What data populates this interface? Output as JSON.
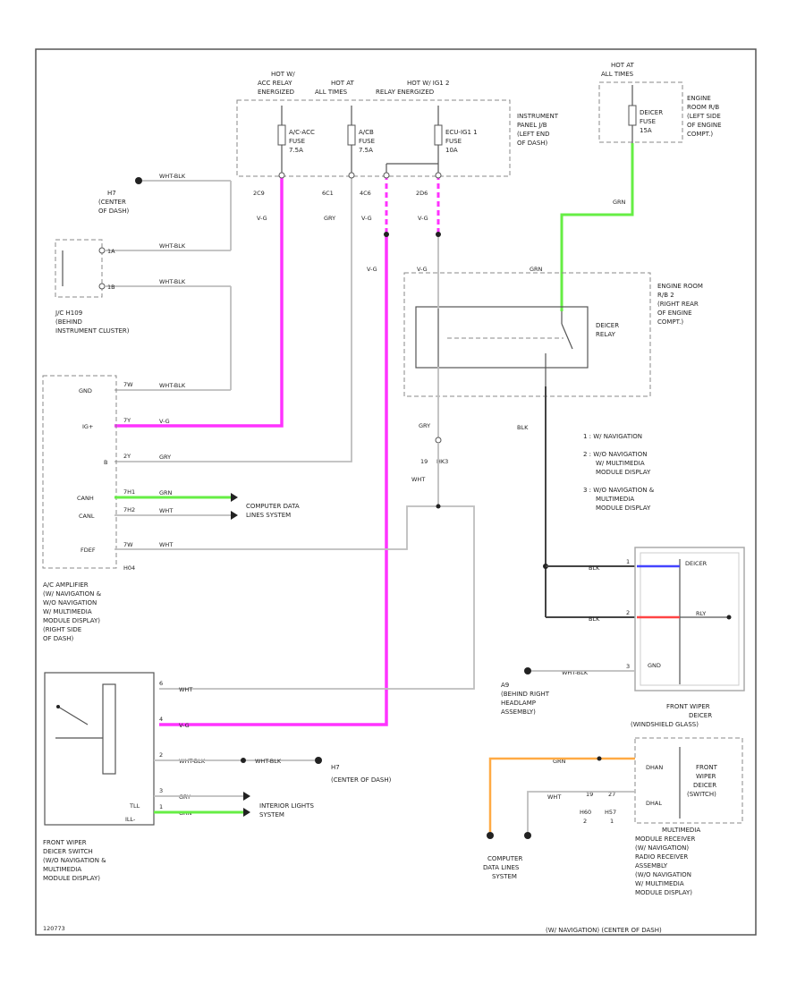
{
  "power": {
    "hot1": [
      "HOT W/",
      "ACC RELAY",
      "ENERGIZED"
    ],
    "hot2": [
      "HOT AT",
      "ALL TIMES"
    ],
    "hot3": [
      "HOT W/ IG1 2",
      "RELAY ENERGIZED"
    ],
    "hot4": [
      "HOT AT",
      "ALL TIMES"
    ]
  },
  "fuses": {
    "f1": [
      "A/C-ACC",
      "FUSE",
      "7.5A"
    ],
    "f2": [
      "A/CB",
      "FUSE",
      "7.5A"
    ],
    "f3": [
      "ECU-IG1 1",
      "FUSE",
      "10A"
    ],
    "f4": [
      "DEICER",
      "FUSE",
      "15A"
    ]
  },
  "locations": {
    "ip_jb": [
      "INSTRUMENT",
      "PANEL J/B",
      "(LEFT END",
      "OF DASH)"
    ],
    "er_jb1": [
      "ENGINE",
      "ROOM R/B",
      "(LEFT SIDE",
      "OF ENGINE",
      "COMPT.)"
    ],
    "er_rb2": [
      "ENGINE ROOM",
      "R/B 2",
      "(RIGHT REAR",
      "OF ENGINE",
      "COMPT.)"
    ]
  },
  "fuse_pins": [
    "2C9",
    "6C1",
    "4C6",
    "2D6"
  ],
  "fuse_colors": [
    "V-G",
    "GRY",
    "V-G",
    "V-G"
  ],
  "wire_labels": {
    "grn_top": "GRN",
    "grn_relay": "GRN",
    "wht_blk_ground": "WHT-BLK",
    "wht_blk_1": "WHT-BLK",
    "wht_blk_2": "WHT-BLK",
    "v_g_vert": "V-G",
    "v_g_relay": "V-G",
    "gry_relay": "GRY",
    "blk_relay": "BLK",
    "wht_relay": "WHT"
  },
  "grounds": {
    "h7_top": [
      "H7",
      "(CENTER",
      "OF DASH)"
    ],
    "h7_bottom": [
      "H7",
      "(CENTER OF DASH)"
    ],
    "a9": [
      "A9",
      "(BEHIND RIGHT",
      "HEADLAMP",
      "ASSEMBLY)"
    ]
  },
  "junction": {
    "label": [
      "J/C H109",
      "(BEHIND",
      "INSTRUMENT CLUSTER)"
    ],
    "pins": [
      "1A",
      "1B"
    ]
  },
  "relay": {
    "name": [
      "DEICER",
      "RELAY"
    ]
  },
  "notes": [
    "1 : W/ NAVIGATION",
    "2 : W/O NAVIGATION",
    "W/ MULTIMEDIA",
    "MODULE DISPLAY",
    "3 : W/O NAVIGATION &",
    "MULTIMEDIA",
    "MODULE DISPLAY"
  ],
  "amplifier": {
    "pins": [
      "GND",
      "IG+",
      "B",
      "CANH",
      "CANL",
      "FDEF"
    ],
    "pin_numbers": [
      "7W",
      "7Y",
      "2Y",
      "7H1",
      "7H2",
      "7W"
    ],
    "colors": [
      "WHT-BLK",
      "V-G",
      "GRY",
      "GRN",
      "WHT",
      "WHT"
    ],
    "module": "H04",
    "label": [
      "A/C AMPLIFIER",
      "(W/ NAVIGATION &",
      "W/O NAVIGATION",
      "W/ MULTIMEDIA",
      "MODULE DISPLAY)",
      "(RIGHT SIDE",
      "OF DASH)"
    ]
  },
  "can": {
    "amp_link": [
      "COMPUTER DATA",
      "LINES SYSTEM"
    ],
    "bottom_link": [
      "COMPUTER",
      "DATA LINES",
      "SYSTEM"
    ]
  },
  "mid_connector": {
    "pin": "19",
    "module": "HK3",
    "color": "WHT"
  },
  "wiper_deicer_switch": {
    "rows": [
      {
        "pin": "6",
        "wire": "WHT"
      },
      {
        "pin": "4",
        "wire": "V-G"
      },
      {
        "pin": "2",
        "wire": "WHT-BLK"
      },
      {
        "pin": "3",
        "wire": "GRY"
      },
      {
        "pin": "1",
        "wire": "GRN"
      }
    ],
    "marks": [
      "TLL",
      "ILL-"
    ],
    "ground_wire": "WHT-BLK",
    "label": [
      "FRONT WIPER",
      "DEICER SWITCH",
      "(W/O NAVIGATION &",
      "MULTIMEDIA",
      "MODULE DISPLAY)"
    ]
  },
  "illumination": [
    "INTERIOR LIGHTS",
    "SYSTEM"
  ],
  "wiper_deicer": {
    "rows": [
      {
        "pin": "1",
        "wire": "BLK",
        "color": "#4444ff"
      },
      {
        "pin": "2",
        "wire": "BLK",
        "color": "#ff4444"
      },
      {
        "pin": "3",
        "wire": "WHT-BLK",
        "color": "#bdbdbd"
      }
    ],
    "inner": [
      "DEICER",
      "RLY",
      "GND"
    ],
    "label": [
      "FRONT WIPER",
      "DEICER",
      "(WINDSHIELD GLASS)"
    ]
  },
  "multimedia": {
    "pins": [
      "DHAN",
      "DHAL"
    ],
    "wires": [
      "GRN",
      "WHT"
    ],
    "pin_numbers": [
      "19",
      "27"
    ],
    "modules": [
      "H60",
      "H57"
    ],
    "notes": [
      "2",
      "1"
    ],
    "inner": [
      "FRONT",
      "WIPER",
      "DEICER",
      "(SWITCH)"
    ],
    "label": [
      "MULTIMEDIA",
      "MODULE RECEIVER",
      "(W/ NAVIGATION)",
      "RADIO RECEIVER",
      "ASSEMBLY",
      "(W/O NAVIGATION",
      "W/ MULTIMEDIA",
      "MODULE DISPLAY)",
      "(W/ NAVIGATION) (CENTER OF DASH)"
    ]
  },
  "footer_code": "120773"
}
